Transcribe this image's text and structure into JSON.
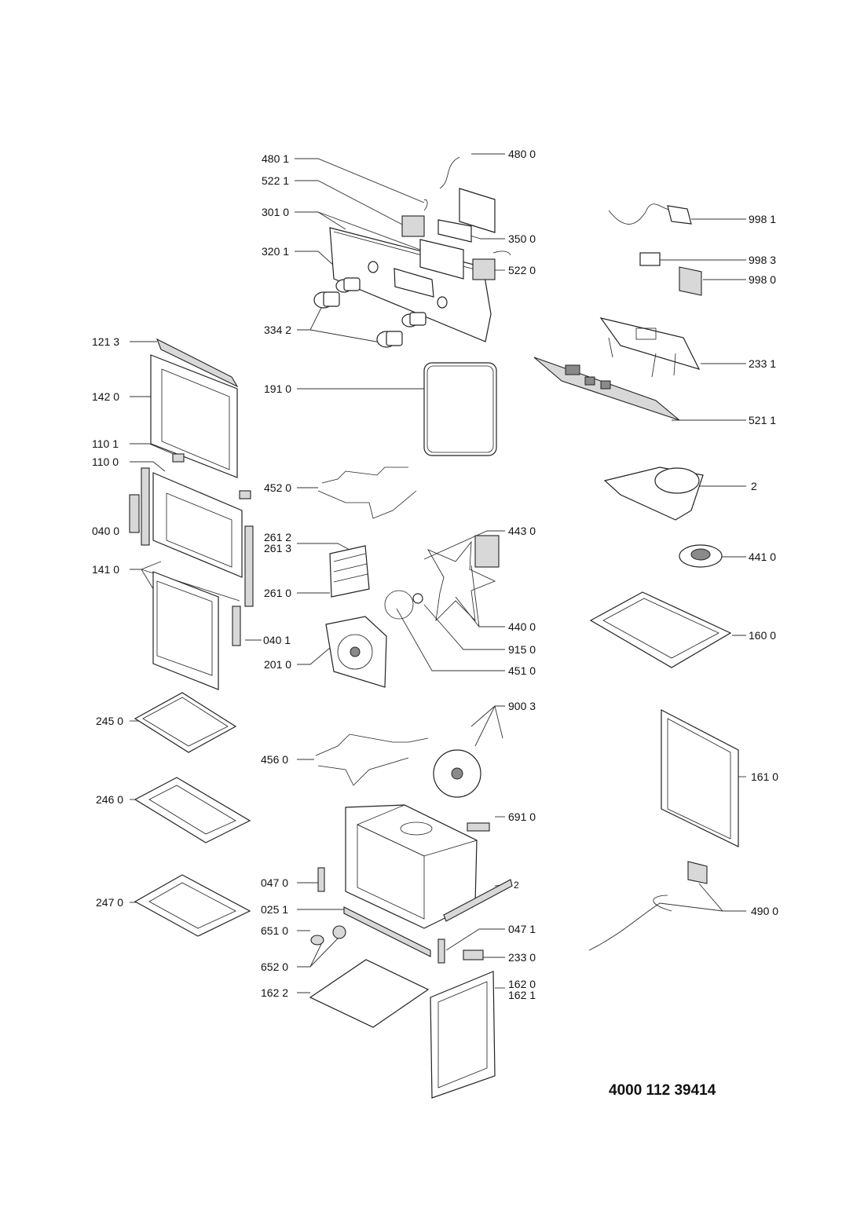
{
  "diagram": {
    "document_number": "4000 112 39414",
    "callouts": [
      {
        "id": "c-480-1",
        "text": "480 1"
      },
      {
        "id": "c-480-0",
        "text": "480 0"
      },
      {
        "id": "c-522-1",
        "text": "522 1"
      },
      {
        "id": "c-301-0",
        "text": "301 0"
      },
      {
        "id": "c-350-0",
        "text": "350 0"
      },
      {
        "id": "c-320-1",
        "text": "320 1"
      },
      {
        "id": "c-522-0",
        "text": "522 0"
      },
      {
        "id": "c-334-2",
        "text": "334 2"
      },
      {
        "id": "c-998-1",
        "text": "998 1"
      },
      {
        "id": "c-998-3",
        "text": "998 3"
      },
      {
        "id": "c-998-0",
        "text": "998 0"
      },
      {
        "id": "c-121-3",
        "text": "121 3"
      },
      {
        "id": "c-142-0",
        "text": "142 0"
      },
      {
        "id": "c-191-0",
        "text": "191 0"
      },
      {
        "id": "c-233-1",
        "text": "233 1"
      },
      {
        "id": "c-521-1",
        "text": "521 1"
      },
      {
        "id": "c-110-1",
        "text": "110 1"
      },
      {
        "id": "c-110-0",
        "text": "110 0"
      },
      {
        "id": "c-452-0",
        "text": "452 0"
      },
      {
        "id": "c-2-a",
        "text": "2"
      },
      {
        "id": "c-040-0",
        "text": "040 0"
      },
      {
        "id": "c-443-0",
        "text": "443 0"
      },
      {
        "id": "c-441-0",
        "text": "441 0"
      },
      {
        "id": "c-261-2",
        "text": "261 2"
      },
      {
        "id": "c-261-3",
        "text": "261 3"
      },
      {
        "id": "c-141-0",
        "text": "141 0"
      },
      {
        "id": "c-261-0",
        "text": "261 0"
      },
      {
        "id": "c-440-0",
        "text": "440 0"
      },
      {
        "id": "c-160-0",
        "text": "160 0"
      },
      {
        "id": "c-040-1",
        "text": "040 1"
      },
      {
        "id": "c-915-0",
        "text": "915 0"
      },
      {
        "id": "c-201-0",
        "text": "201 0"
      },
      {
        "id": "c-451-0",
        "text": "451 0"
      },
      {
        "id": "c-900-3",
        "text": "900 3"
      },
      {
        "id": "c-245-0",
        "text": "245 0"
      },
      {
        "id": "c-456-0",
        "text": "456 0"
      },
      {
        "id": "c-161-0",
        "text": "161 0"
      },
      {
        "id": "c-246-0",
        "text": "246 0"
      },
      {
        "id": "c-691-0",
        "text": "691 0"
      },
      {
        "id": "c-047-0",
        "text": "047 0"
      },
      {
        "id": "c-2-b",
        "text": "2"
      },
      {
        "id": "c-247-0",
        "text": "247 0"
      },
      {
        "id": "c-025-1",
        "text": "025 1"
      },
      {
        "id": "c-490-0",
        "text": "490 0"
      },
      {
        "id": "c-651-0",
        "text": "651 0"
      },
      {
        "id": "c-047-1",
        "text": "047 1"
      },
      {
        "id": "c-233-0",
        "text": "233 0"
      },
      {
        "id": "c-652-0",
        "text": "652 0"
      },
      {
        "id": "c-162-0",
        "text": "162 0"
      },
      {
        "id": "c-162-1",
        "text": "162 1"
      },
      {
        "id": "c-162-2",
        "text": "162 2"
      }
    ]
  }
}
